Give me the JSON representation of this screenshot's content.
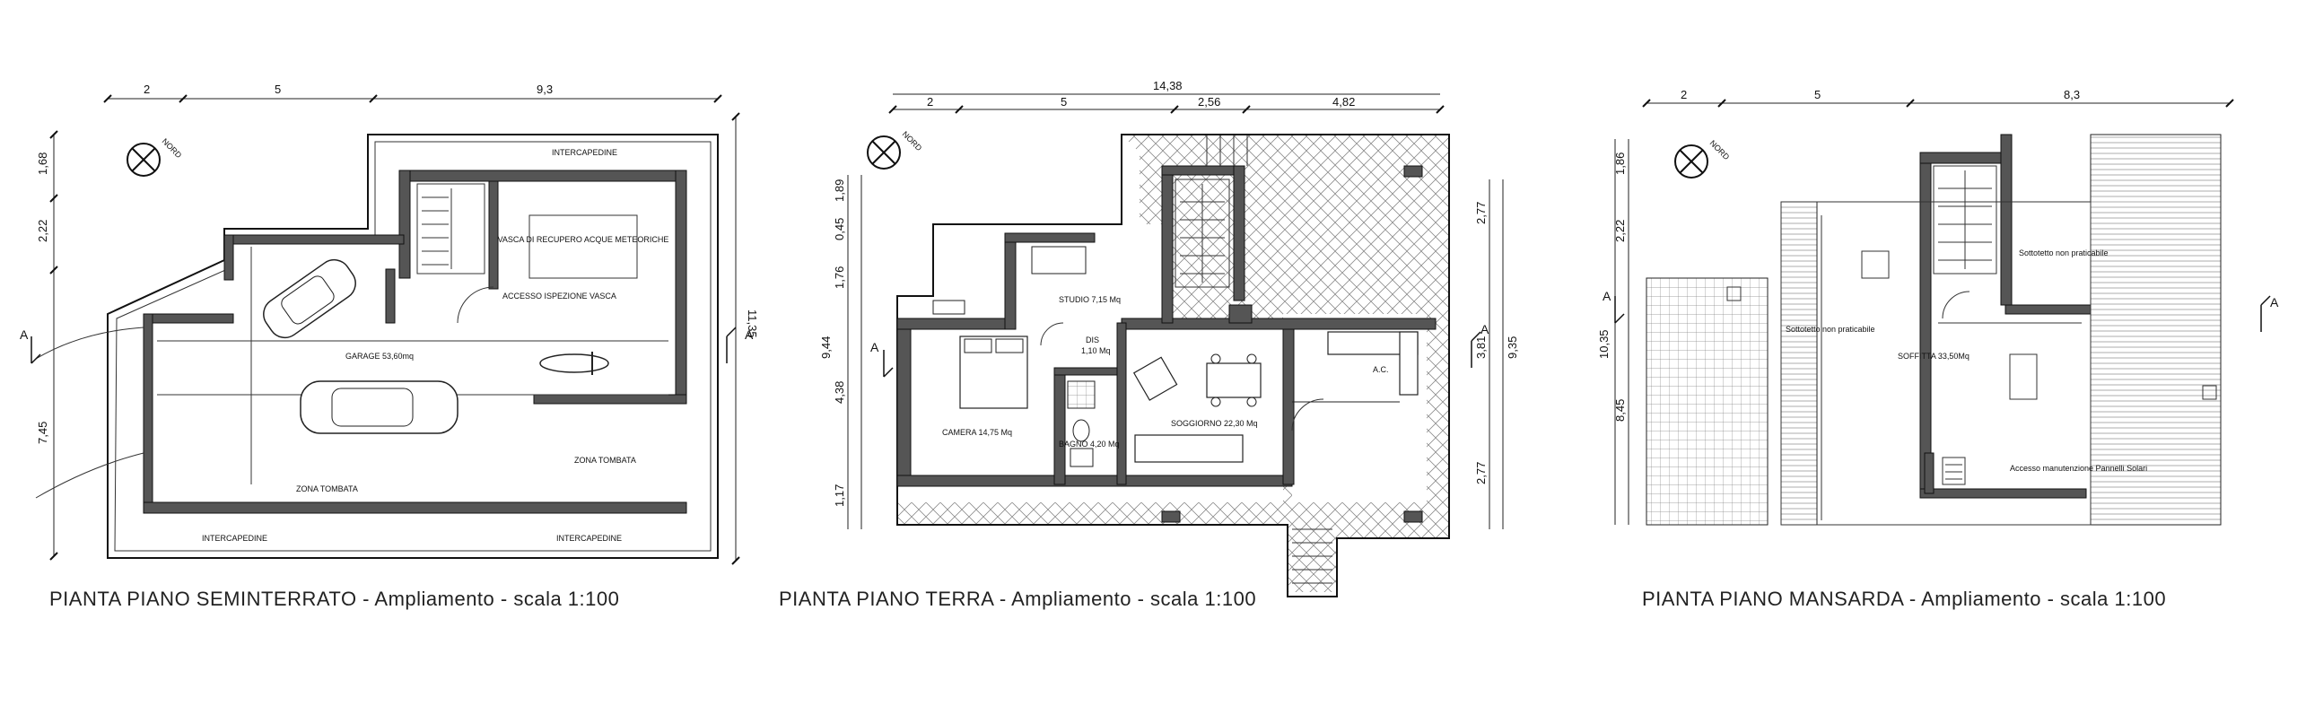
{
  "plans": [
    {
      "title": "PIANTA PIANO SEMINTERRATO - Ampliamento - scala 1:100",
      "top_dims": [
        "2",
        "5",
        "9,3"
      ],
      "left_dims": [
        "1,68",
        "2,22",
        "7,45"
      ],
      "right_dims": [
        "11,35"
      ],
      "section_marks": [
        "A",
        "A"
      ],
      "rooms": {
        "intercapedine_top": "INTERCAPEDINE",
        "vasca": "VASCA DI RECUPERO ACQUE METEORICHE",
        "accesso": "ACCESSO ISPEZIONE VASCA",
        "garage": "GARAGE 53,60mq",
        "zona_tombata_right": "ZONA TOMBATA",
        "zona_tombata_left": "ZONA TOMBATA",
        "intercapedine_bl": "INTERCAPEDINE",
        "intercapedine_br": "INTERCAPEDINE"
      }
    },
    {
      "title": "PIANTA PIANO TERRA - Ampliamento - scala 1:100",
      "top_dims": [
        "14,38",
        "2",
        "5",
        "2,56",
        "4,82"
      ],
      "left_dims": [
        "1,89",
        "0,45",
        "1,76",
        "9,44",
        "4,38",
        "1,17"
      ],
      "right_dims": [
        "2,77",
        "3,81",
        "9,35",
        "2,77"
      ],
      "section_marks": [
        "A",
        "A"
      ],
      "rooms": {
        "studio": "STUDIO 7,15 Mq",
        "dis": "DIS",
        "dis_area": "1,10 Mq",
        "camera": "CAMERA 14,75 Mq",
        "bagno": "BAGNO 4,20 Mq",
        "soggiorno": "SOGGIORNO 22,30 Mq",
        "ac": "A.C."
      }
    },
    {
      "title": "PIANTA PIANO MANSARDA - Ampliamento - scala 1:100",
      "top_dims": [
        "2",
        "5",
        "8,3"
      ],
      "left_dims": [
        "1,86",
        "2,22",
        "10,35",
        "8,45"
      ],
      "section_marks": [
        "A",
        "A"
      ],
      "rooms": {
        "sottotetto_left": "Sottotetto non praticabile",
        "soffitta": "SOFFITTA 33,50Mq",
        "sottotetto_right": "Sottotetto non praticabile",
        "accesso": "Accesso manutenzione Pannelli Solari"
      }
    }
  ],
  "north_label": "NORD"
}
